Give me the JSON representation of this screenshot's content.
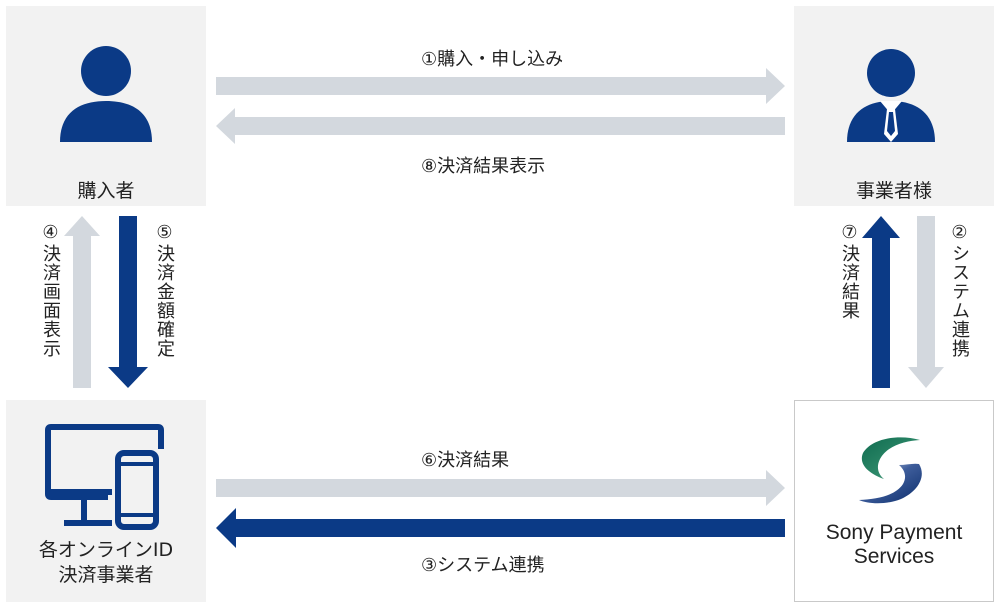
{
  "colors": {
    "box_bg": "#f2f2f2",
    "navy": "#0b3a86",
    "gray_arrow": "#d3d8de",
    "sony_border": "#c9c9c9"
  },
  "nodes": {
    "buyer": {
      "label": "購入者",
      "icon": "person-icon"
    },
    "merchant": {
      "label": "事業者様",
      "icon": "businessman-icon"
    },
    "online_id": {
      "label_line1": "各オンラインID",
      "label_line2": "決済事業者",
      "icon": "monitor-smartphone-icon"
    },
    "sony": {
      "label_line1": "Sony Payment",
      "label_line2": "Services",
      "icon": "sony-payment-logo"
    }
  },
  "arrows": {
    "a1": {
      "label": "①購入・申し込み",
      "color": "gray",
      "direction": "buyer-to-merchant"
    },
    "a2": {
      "label": "②システム連携",
      "color": "gray",
      "direction": "merchant-to-sony"
    },
    "a3": {
      "label": "③システム連携",
      "color": "navy",
      "direction": "sony-to-online"
    },
    "a4": {
      "label": "④決済画面表示",
      "color": "gray",
      "direction": "online-to-buyer"
    },
    "a5": {
      "label": "⑤決済金額確定",
      "color": "navy",
      "direction": "buyer-to-online"
    },
    "a6": {
      "label": "⑥決済結果",
      "color": "gray",
      "direction": "online-to-sony"
    },
    "a7": {
      "label": "⑦決済結果",
      "color": "navy",
      "direction": "sony-to-merchant"
    },
    "a8": {
      "label": "⑧決済結果表示",
      "color": "gray",
      "direction": "merchant-to-buyer"
    }
  }
}
